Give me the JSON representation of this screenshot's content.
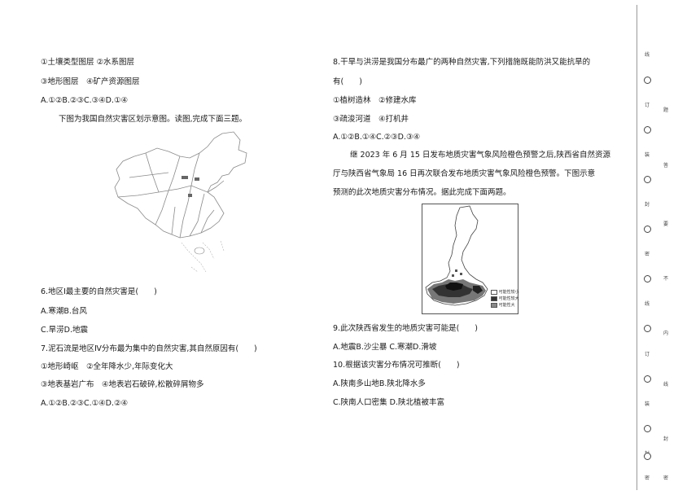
{
  "left": {
    "lines": [
      "①土壤类型图层 ②水系图层",
      "③地形图层　④矿产资源图层",
      "A.①②B.②③C.③④D.①④",
      "下图为我国自然灾害区划示意图。读图,完成下面三题。"
    ],
    "q6": {
      "stem": "6.地区Ⅰ最主要的自然灾害是(　　)",
      "opt1": "A.寒潮B.台风",
      "opt2": "C.旱涝D.地震"
    },
    "q7": {
      "stem": "7.泥石流是地区Ⅳ分布最为集中的自然灾害,其自然原因有(　　)",
      "l1": "①地形崎岖　②全年降水少,年际变化大",
      "l2": "③地表基岩广布　④地表岩石破碎,松散碎屑物多",
      "opts": "A.①②B.②③C.①④D.②④"
    }
  },
  "right": {
    "q8": {
      "stem1": "8.干旱与洪涝是我国分布最广的两种自然灾害,下列措施既能防洪又能抗旱的",
      "stem2": "有(　　)",
      "l1": "①植树造林　②修建水库",
      "l2": "③疏浚河道　④打机井",
      "opts": "A.①②B.①④C.②③D.③④"
    },
    "para": {
      "l1": "继 2023 年 6 月 15 日发布地质灾害气象风险橙色预警之后,陕西省自然资源",
      "l2": "厅与陕西省气象局 16 日再次联合发布地质灾害气象风险橙色预警。下图示意",
      "l3": "预测的此次地质灾害分布情况。据此完成下面两题。"
    },
    "legend": [
      "可能性较小",
      "可能性较大",
      "可能性大"
    ],
    "q9": {
      "stem": "9.此次陕西省发生的地质灾害可能是(　　)",
      "opts": "A.地震B.沙尘暴 C.寒潮D.滑坡"
    },
    "q10": {
      "stem": "10.根据该灾害分布情况可推断(　　)",
      "opt1": "A.陕南多山地B.陕北降水多",
      "opt2": "C.陕南人口密集 D.陕北植被丰富"
    }
  },
  "binding": {
    "marks": [
      "线",
      "订",
      "装",
      "封",
      "密",
      "线",
      "订",
      "装",
      "封",
      "密"
    ],
    "right_marks": [
      "题",
      "答",
      "要",
      "不",
      "内",
      "线",
      "封",
      "密"
    ]
  }
}
